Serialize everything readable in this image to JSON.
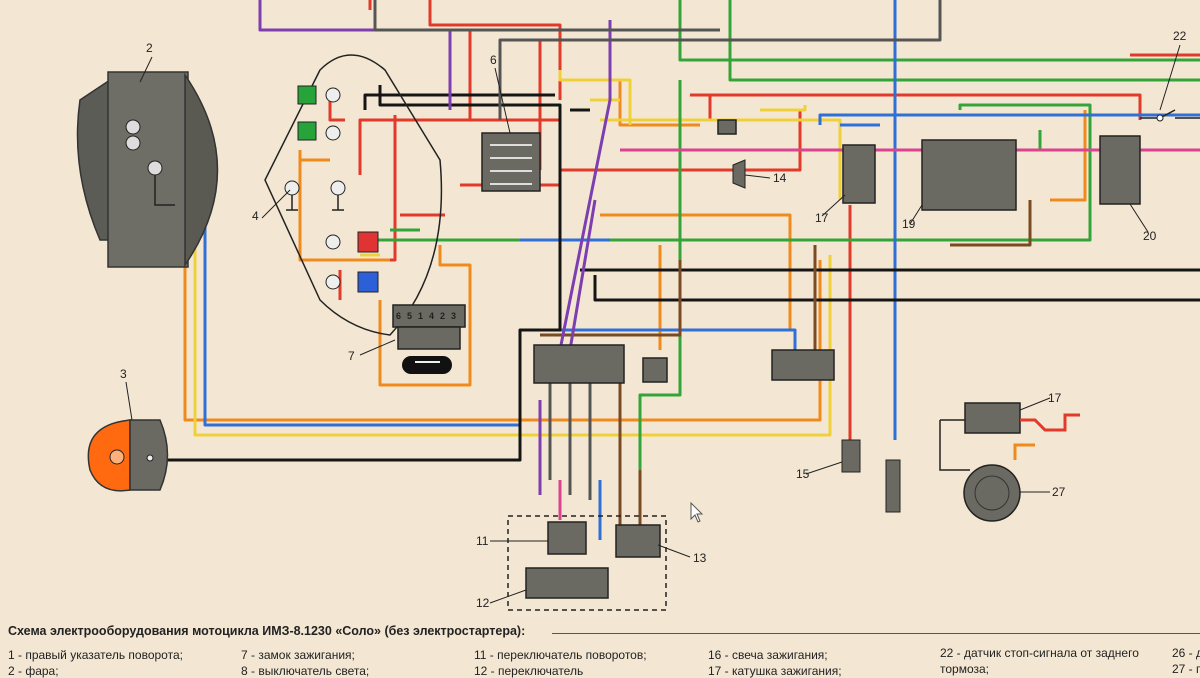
{
  "caption": "Схема электрооборудования мотоцикла ИМЗ-8.1230 «Соло» (без электростартера):",
  "legend": [
    {
      "text": "1 - правый указатель поворота;"
    },
    {
      "text": "2 - фара;"
    },
    {
      "text": "7 - замок зажигания;"
    },
    {
      "text": "8 - выключатель света;"
    },
    {
      "text": "11 - переключатель поворотов;"
    },
    {
      "text": "12 - переключатель"
    },
    {
      "text": "16 - свеча зажигания;"
    },
    {
      "text": "17 - катушка зажигания;"
    },
    {
      "text": "22 - датчик стоп-сигнала от заднего"
    },
    {
      "text": "тормоза;"
    },
    {
      "text": "26 - д"
    },
    {
      "text": "27 - г"
    }
  ],
  "component_numbers": [
    "2",
    "3",
    "4",
    "6",
    "7",
    "11",
    "12",
    "13",
    "14",
    "15",
    "17",
    "17",
    "19",
    "20",
    "22",
    "27"
  ],
  "ignition_lock_pins": [
    "6",
    "5",
    "1",
    "4",
    "2",
    "3"
  ],
  "wire_colors": {
    "red": "#e23a2a",
    "orange": "#ef8a1e",
    "yellow": "#f0d03a",
    "green": "#34a43a",
    "blue": "#2f6fd6",
    "black": "#151515",
    "brown": "#7a4a22",
    "purple": "#7d3fb0",
    "pink": "#d9438f",
    "gray": "#777777"
  }
}
